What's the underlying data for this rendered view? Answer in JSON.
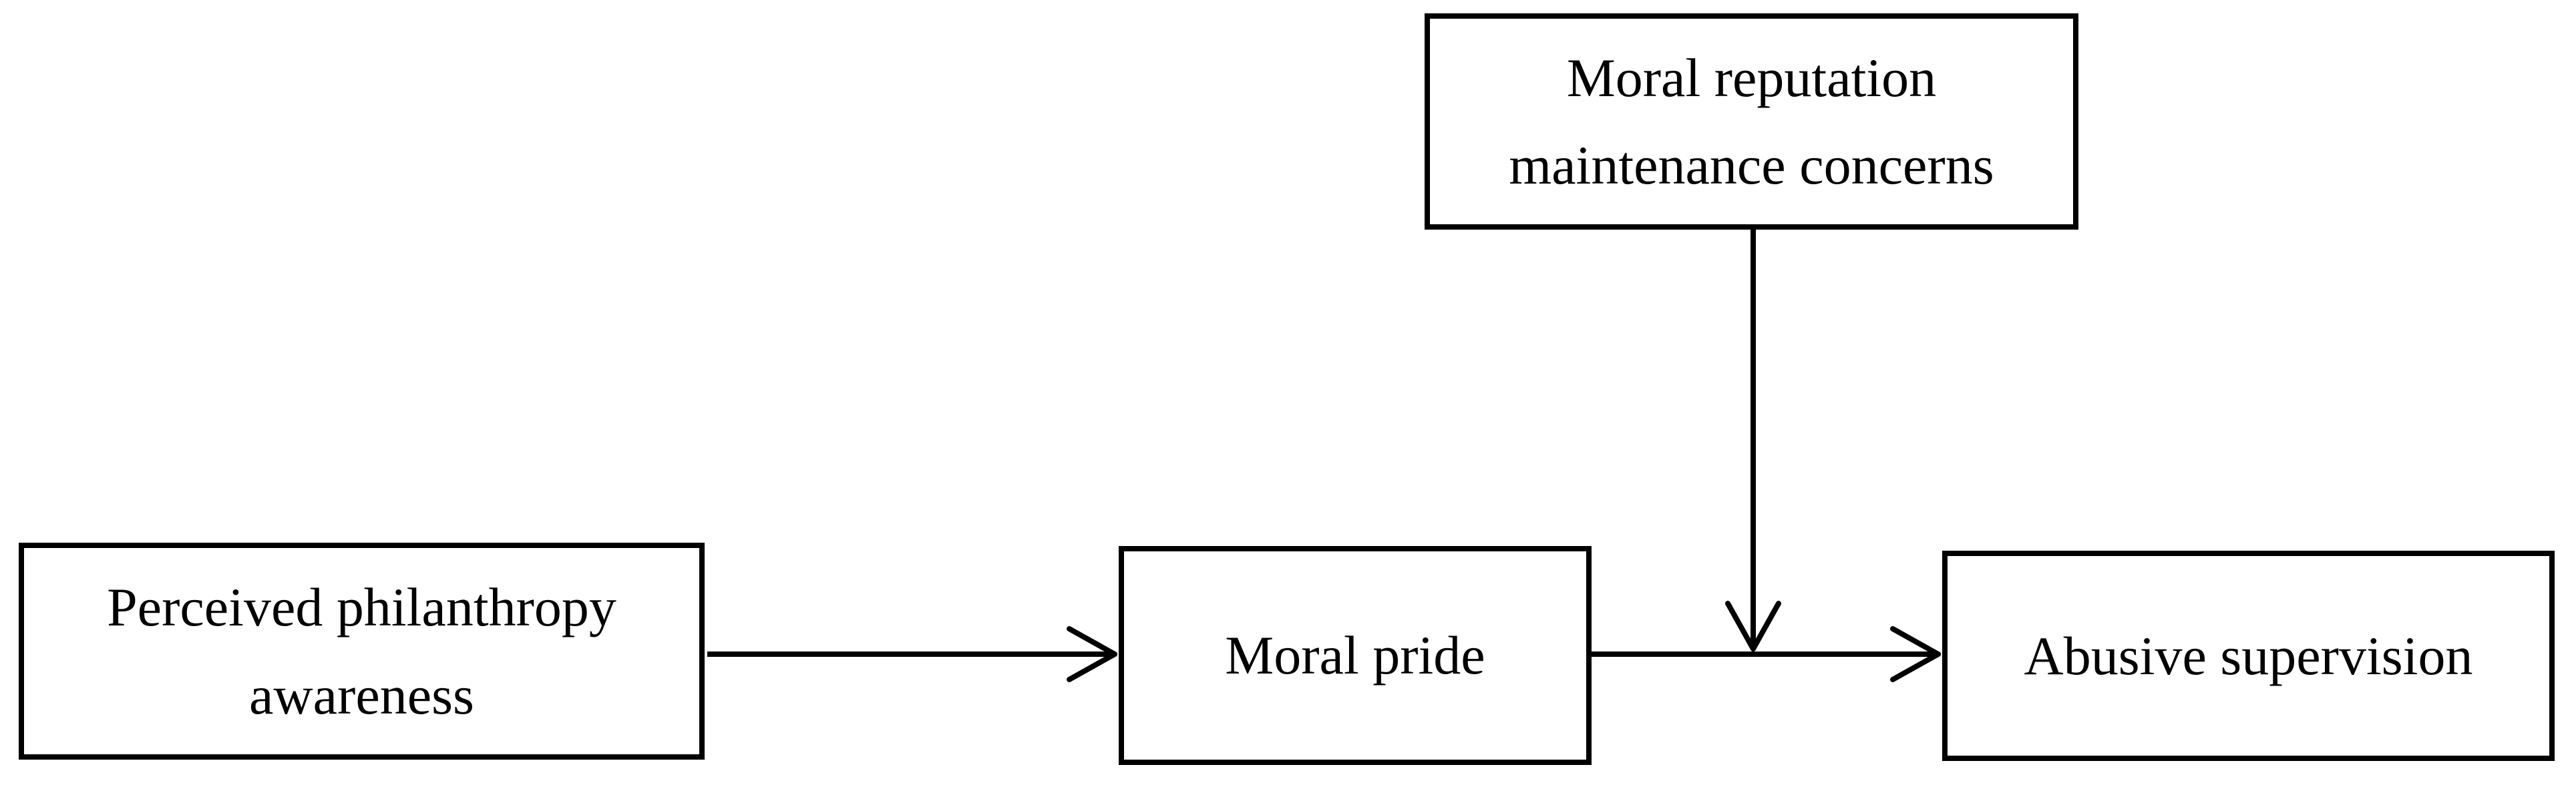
{
  "figure": {
    "background_color": "#ffffff",
    "line_color": "#000000",
    "text_color": "#000000"
  },
  "diagram": {
    "nodes": {
      "moral_reputation_maintenance_concerns": {
        "label": "Moral reputation maintenance concerns",
        "lines": [
          "Moral reputation",
          "maintenance concerns"
        ]
      },
      "perceived_philanthropy_awareness": {
        "label": "Perceived philanthropy awareness",
        "lines": [
          "Perceived philanthropy",
          "awareness"
        ]
      },
      "moral_pride": {
        "label": "Moral pride"
      },
      "abusive_supervision": {
        "label": "Abusive supervision"
      }
    },
    "edges": [
      {
        "from": "Perceived philanthropy awareness",
        "to": "Moral pride",
        "kind": "directed-arrow"
      },
      {
        "from": "Moral pride",
        "to": "Abusive supervision",
        "kind": "directed-arrow"
      },
      {
        "from": "Moral reputation maintenance concerns",
        "to": "path between Moral pride and Abusive supervision",
        "kind": "directed-arrow"
      }
    ]
  }
}
